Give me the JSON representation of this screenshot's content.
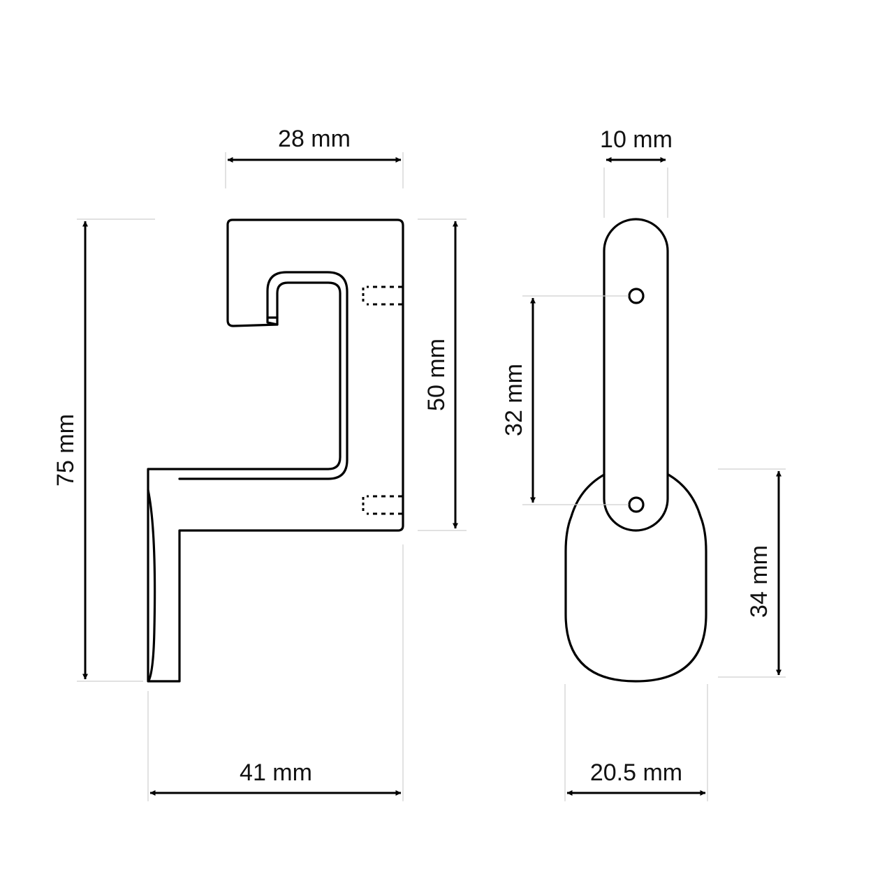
{
  "drawing": {
    "title": "Hook dimension drawing",
    "side_view": {
      "dimensions": {
        "top_width": {
          "label": "28 mm",
          "value": 28,
          "unit": "mm"
        },
        "plate_height": {
          "label": "50 mm",
          "value": 50,
          "unit": "mm"
        },
        "total_height": {
          "label": "75 mm",
          "value": 75,
          "unit": "mm"
        },
        "total_depth": {
          "label": "41 mm",
          "value": 41,
          "unit": "mm"
        }
      }
    },
    "front_view": {
      "dimensions": {
        "plate_width": {
          "label": "10 mm",
          "value": 10,
          "unit": "mm"
        },
        "hole_spacing": {
          "label": "32 mm",
          "value": 32,
          "unit": "mm"
        },
        "base_height": {
          "label": "34 mm",
          "value": 34,
          "unit": "mm"
        },
        "base_width": {
          "label": "20.5 mm",
          "value": 20.5,
          "unit": "mm"
        }
      },
      "holes": 2
    },
    "colors": {
      "line": "#000000",
      "extension_line": "#cfcfcf",
      "background": "#ffffff"
    }
  }
}
